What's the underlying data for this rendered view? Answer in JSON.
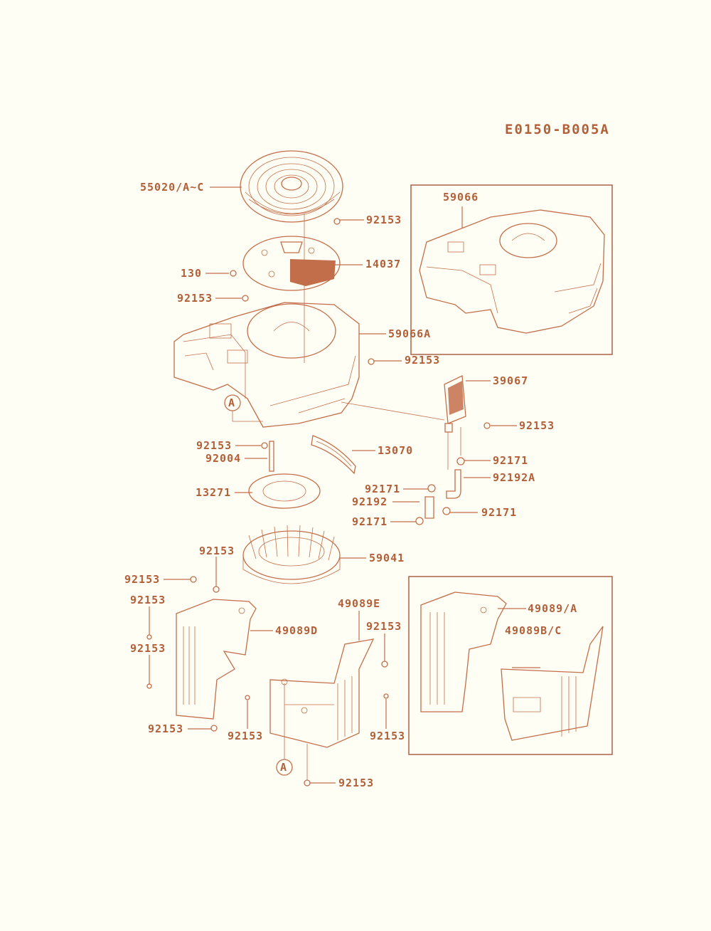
{
  "diagram_code": "E0150-B005A",
  "labels": {
    "l55020": "55020/A~C",
    "l92153_a": "92153",
    "l14037": "14037",
    "l130": "130",
    "l92153_b": "92153",
    "l59066A": "59066A",
    "l92153_c": "92153",
    "l59066": "59066",
    "l39067": "39067",
    "l92153_d": "92153",
    "l92171_a": "92171",
    "l92192A": "92192A",
    "l92171_b": "92171",
    "l92192": "92192",
    "l92171_c": "92171",
    "l92171_d": "92171",
    "l13070": "13070",
    "l92153_e": "92153",
    "l92004": "92004",
    "l13271": "13271",
    "l59041": "59041",
    "l92153_f": "92153",
    "l92153_g": "92153",
    "l92153_h": "92153",
    "l49089D": "49089D",
    "l92153_i": "92153",
    "l92153_j": "92153",
    "l49089E": "49089E",
    "l92153_k": "92153",
    "l92153_l": "92153",
    "l92153_m": "92153",
    "l92153_n": "92153",
    "l49089A": "49089/A",
    "l49089BC": "49089B/C",
    "refA_top": "A",
    "refA_bottom": "A"
  },
  "colors": {
    "ink": "#c36e4a",
    "text": "#b2603a",
    "paper": "#fffef4"
  }
}
